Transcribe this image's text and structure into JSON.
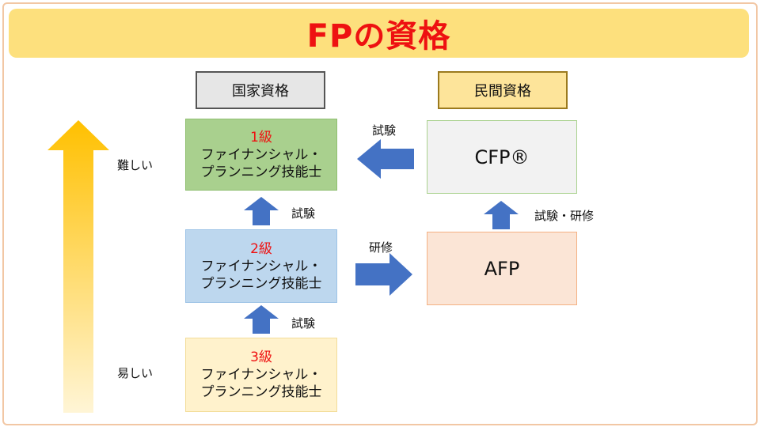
{
  "title": "FPの資格",
  "headers": {
    "national": "国家資格",
    "private": "民間資格"
  },
  "difficulty": {
    "hard": "難しい",
    "easy": "易しい"
  },
  "national_levels": [
    {
      "level": "1級",
      "line1": "ファイナンシャル・",
      "line2": "プランニング技能士"
    },
    {
      "level": "2級",
      "line1": "ファイナンシャル・",
      "line2": "プランニング技能士"
    },
    {
      "level": "3級",
      "line1": "ファイナンシャル・",
      "line2": "プランニング技能士"
    }
  ],
  "private_quals": {
    "cfp": "CFP®",
    "afp": "AFP"
  },
  "arrow_labels": {
    "exam_3_to_2": "試験",
    "exam_2_to_1": "試験",
    "training_2_to_afp": "研修",
    "exam_training_afp_to_cfp": "試験・研修",
    "exam_cfp_to_1": "試験"
  },
  "colors": {
    "title": "#ee1111",
    "arrow": "#4472c4",
    "title_bar": "#fde07d"
  }
}
